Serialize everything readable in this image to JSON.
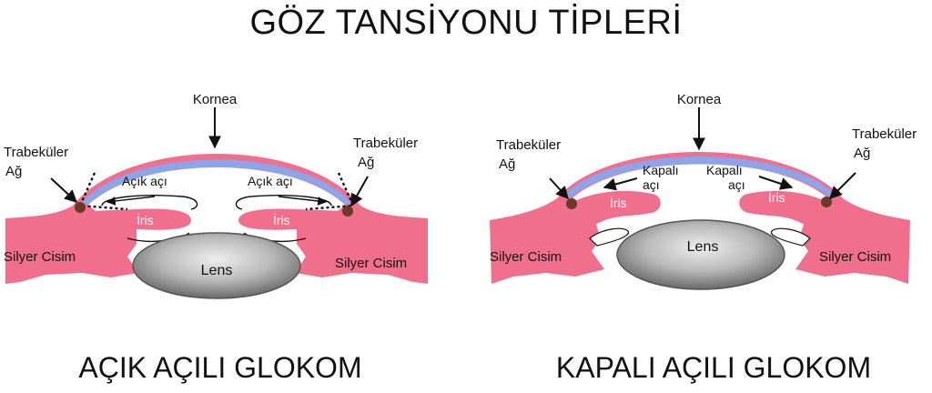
{
  "title": "GÖZ TANSİYONU TİPLERİ",
  "colors": {
    "tissue": "#f06f8c",
    "tissue_light": "#f7a9bb",
    "cornea_inner": "#8ea3e8",
    "lens_dark": "#6f6f6f",
    "lens_light": "#e6e6e6",
    "trabecular": "#6b3a22",
    "text": "#111111"
  },
  "open_angle": {
    "heading": "AÇIK AÇILI GLOKOM",
    "kornea": "Kornea",
    "trabekuler_left": "Trabeküler",
    "ag_left": "Ağ",
    "trabekuler_right": "Trabeküler",
    "ag_right": "Ağ",
    "acik_aci_left": "Açık açı",
    "acik_aci_right": "Açık açı",
    "iris_left": "İris",
    "iris_right": "İris",
    "silyer_left": "Silyer Cisim",
    "silyer_right": "Silyer Cisim",
    "lens": "Lens"
  },
  "closed_angle": {
    "heading": "KAPALI AÇILI GLOKOM",
    "kornea": "Kornea",
    "trabekuler_left": "Trabeküler",
    "ag_left": "Ağ",
    "trabekuler_right": "Trabeküler",
    "ag_right": "Ağ",
    "kapali_left_1": "Kapalı",
    "kapali_left_2": "açı",
    "kapali_right_1": "Kapalı",
    "kapali_right_2": "açı",
    "iris_left": "İris",
    "iris_right": "İris",
    "silyer_left": "Silyer Cisim",
    "silyer_right": "Silyer Cisim",
    "lens": "Lens"
  }
}
